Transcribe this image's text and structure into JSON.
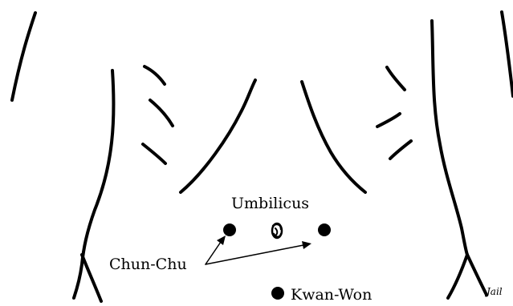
{
  "labels": {
    "umbilicus": "Umbilicus",
    "chun_chu": "Chun-Chu",
    "kwan_won": "Kwan-Won"
  },
  "signature": "Jail",
  "colors": {
    "ink": "#000000",
    "background": "#ffffff"
  }
}
